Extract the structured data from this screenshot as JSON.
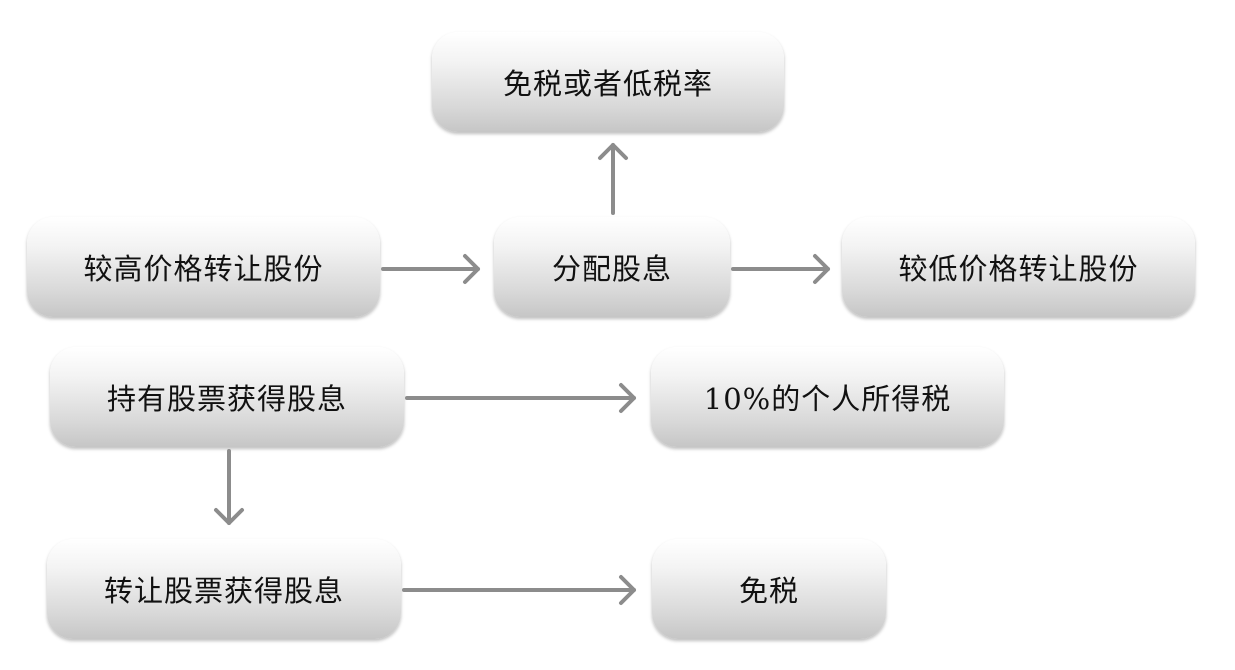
{
  "nodes": {
    "tax_exempt_or_low_rate": "免税或者低税率",
    "sell_high": "较高价格转让股份",
    "distribute_dividend": "分配股息",
    "sell_low": "较低价格转让股份",
    "hold_stock_dividend": "持有股票获得股息",
    "personal_income_tax": "10%的个人所得税",
    "transfer_stock_dividend": "转让股票获得股息",
    "tax_exempt": "免税"
  },
  "colors": {
    "arrow": "#8c8c8c",
    "text": "#111111"
  }
}
